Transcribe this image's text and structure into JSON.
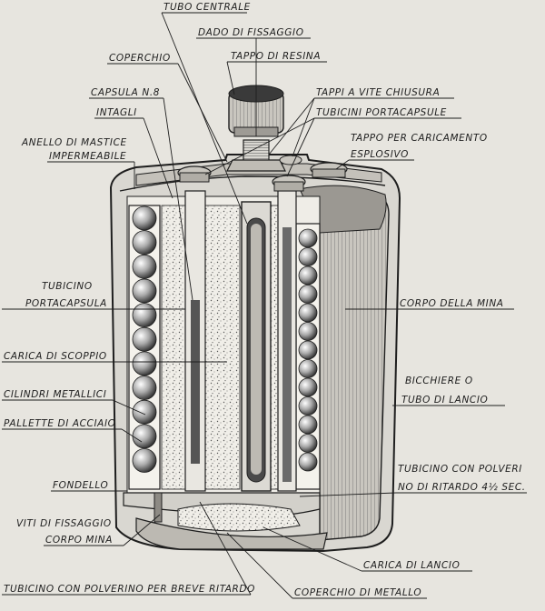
{
  "labels": {
    "tubo_centrale": "TUBO CENTRALE",
    "dado_di_fissaggio": "DADO DI FISSAGGIO",
    "coperchio": "COPERCHIO",
    "tappo_di_resina": "TAPPO DI RESINA",
    "capsula_n8": "CAPSULA N.8",
    "tappi_a_vite_chiusura": "TAPPI A VITE CHIUSURA",
    "intagli": "INTAGLI",
    "tubicini_portacapsule": "TUBICINI PORTACAPSULE",
    "anello_di_mastice_1": "ANELLO DI MASTICE",
    "anello_di_mastice_2": "IMPERMEABILE",
    "tappo_caricamento_1": "TAPPO PER CARICAMENTO",
    "tappo_caricamento_2": "ESPLOSIVO",
    "tubicino_portacapsula_1": "TUBICINO",
    "tubicino_portacapsula_2": "PORTACAPSULA",
    "corpo_della_mina": "CORPO DELLA MINA",
    "carica_di_scoppio": "CARICA DI SCOPPIO",
    "bicchiere_1": "BICCHIERE O",
    "bicchiere_2": "TUBO DI LANCIO",
    "cilindri_metallici": "CILINDRI METALLICI",
    "pallette_di_acciaio": "PALLETTE DI ACCIAIO",
    "tubicino_polverino_1": "TUBICINO CON POLVERI",
    "tubicino_polverino_2": "NO DI RITARDO 4½ SEC.",
    "fondello": "FONDELLO",
    "viti_di_fissaggio_1": "VITI DI FISSAGGIO",
    "viti_di_fissaggio_2": "CORPO MINA",
    "carica_di_lancio": "CARICA DI LANCIO",
    "tubicino_breve_ritardo": "TUBICINO CON POLVERINO PER BREVE RITARDO",
    "coperchio_di_metallo": "COPERCHIO DI METALLO"
  },
  "colors": {
    "paper": "#e7e5df",
    "ink": "#1e1e1e"
  }
}
